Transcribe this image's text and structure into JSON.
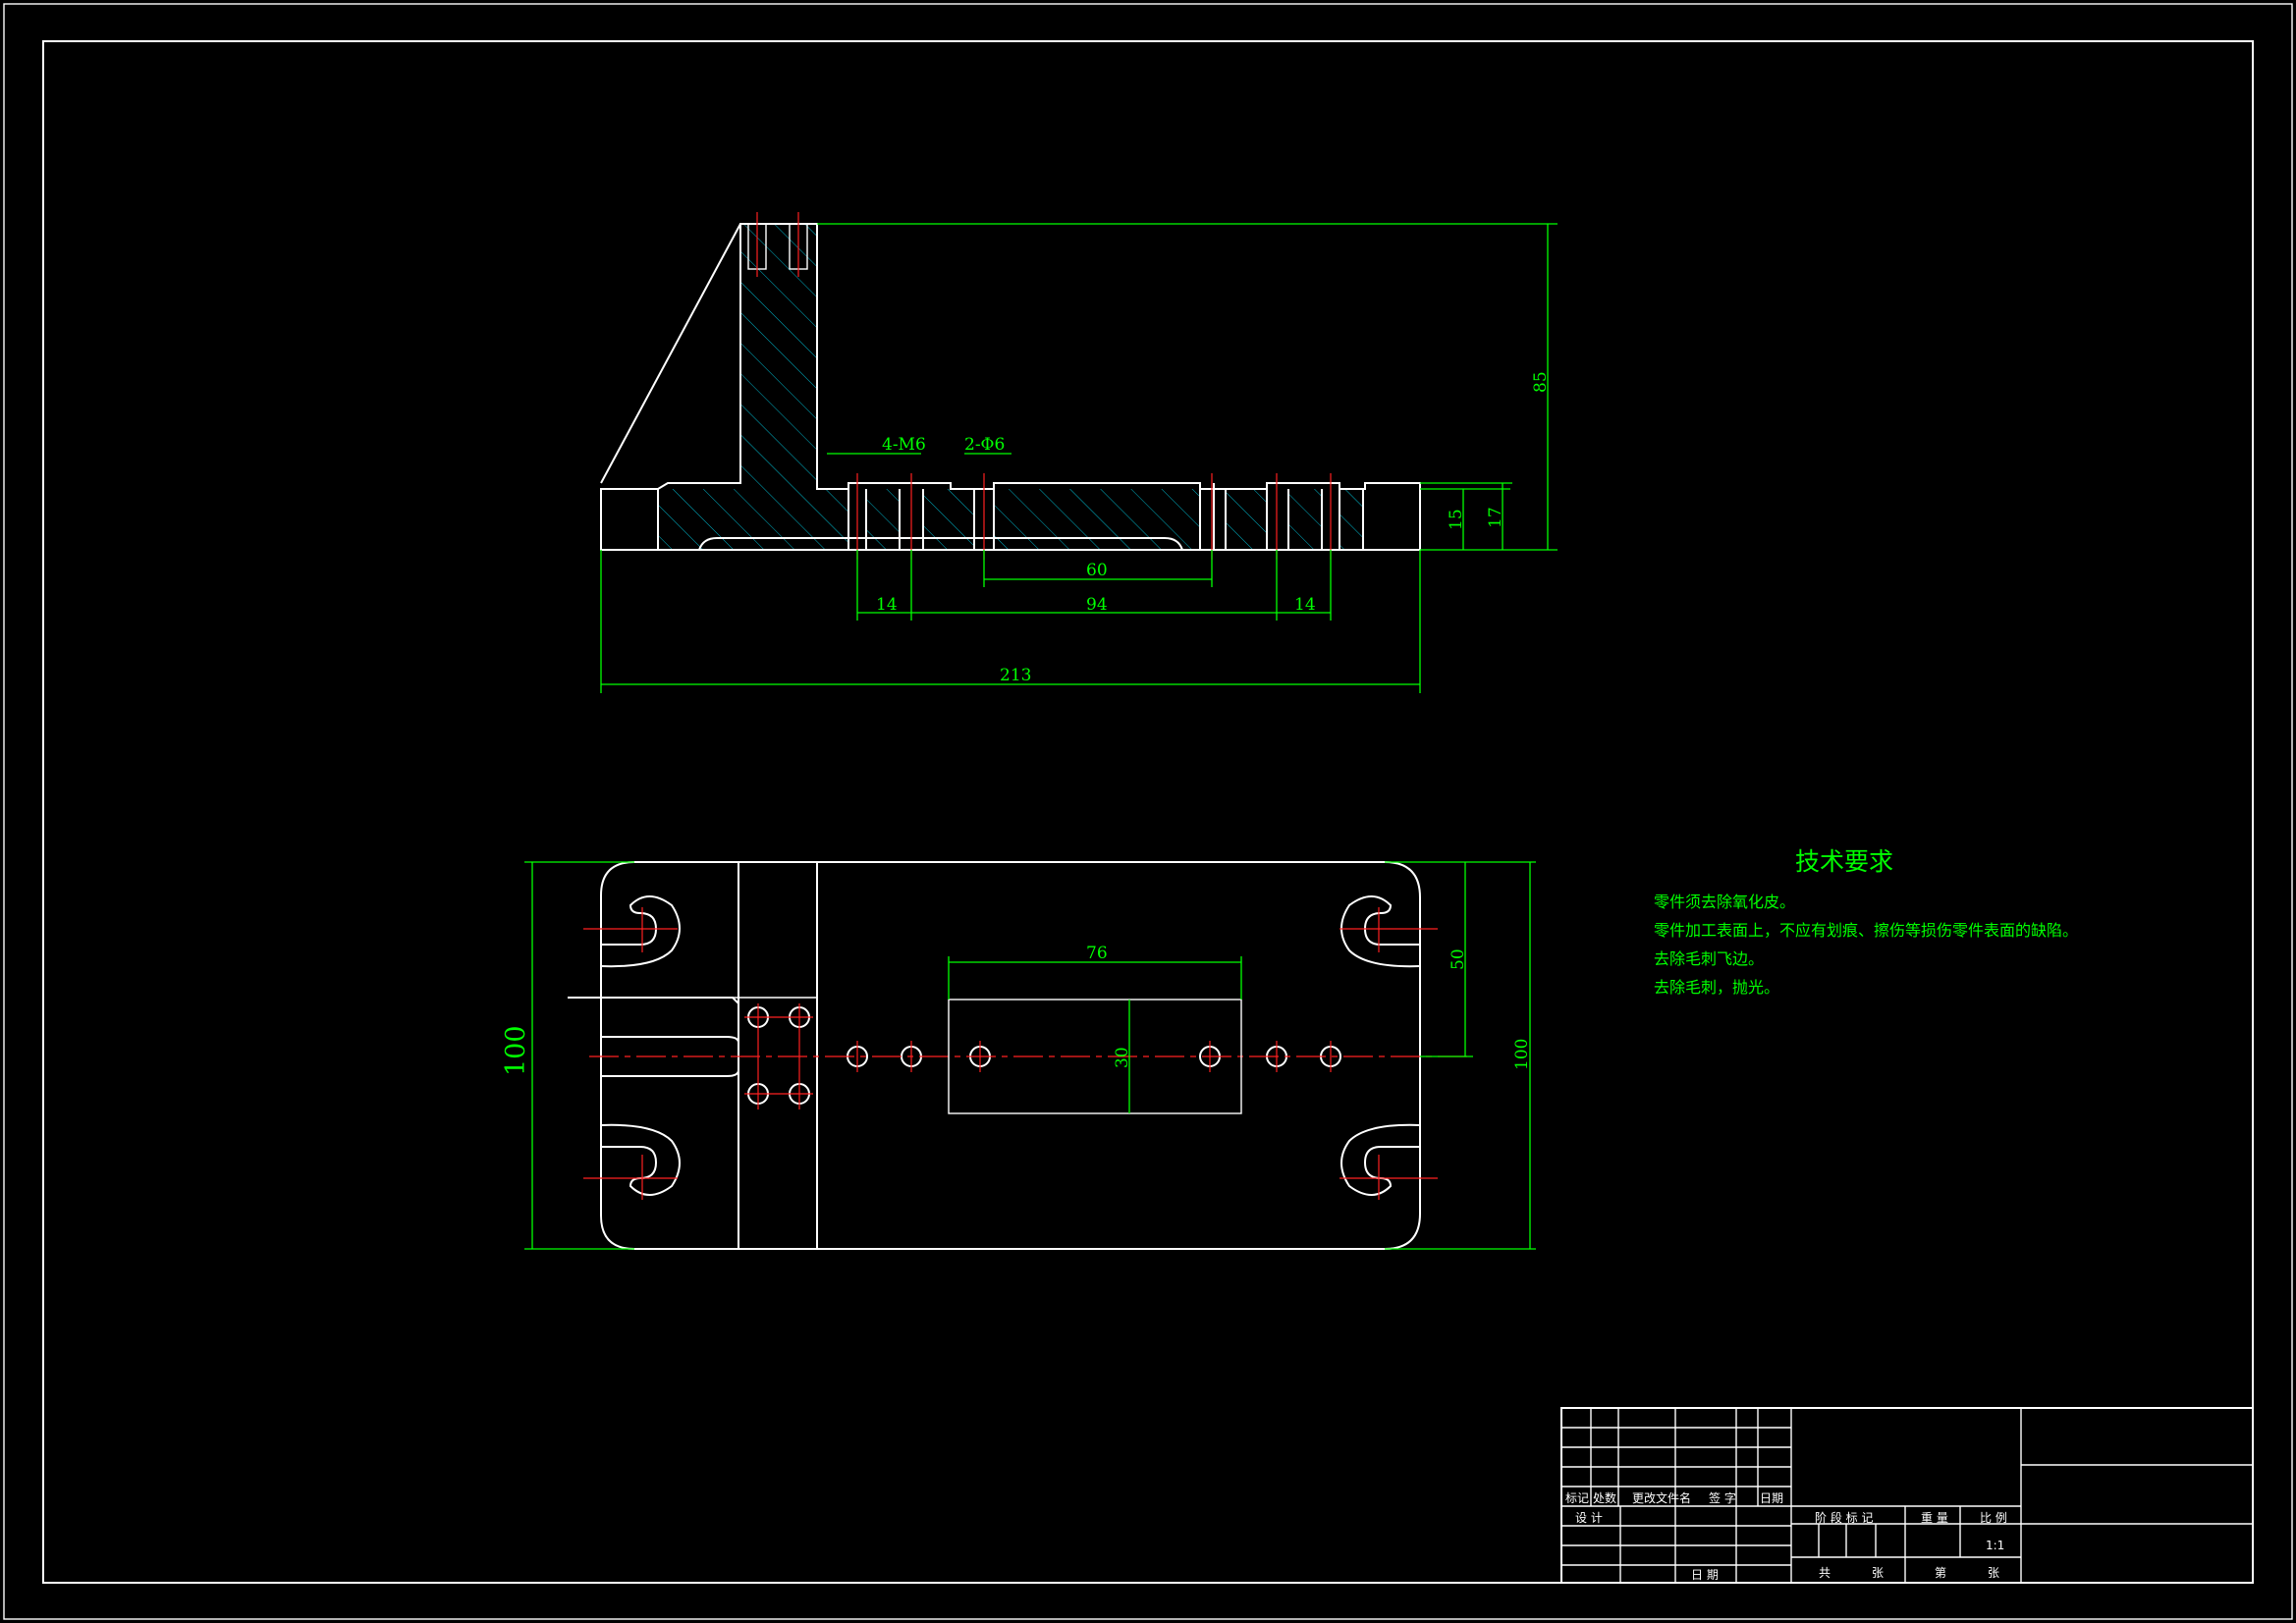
{
  "dimensions": {
    "front_view": {
      "overall_height": "85",
      "base_thickness": "15",
      "flange_height": "17",
      "thread_holes": "4-M6",
      "pin_holes": "2-Φ6",
      "pocket_width": "60",
      "left_hole_spacing": "14",
      "hole_span": "94",
      "right_hole_spacing": "14",
      "overall_length": "213"
    },
    "top_view": {
      "overall_width_left": "100",
      "overall_width_right": "100",
      "half_width": "50",
      "slot_length": "76",
      "slot_width": "30"
    }
  },
  "technical_requirements": {
    "title": "技术要求",
    "items": [
      "零件须去除氧化皮。",
      "零件加工表面上，不应有划痕、擦伤等损伤零件表面的缺陷。",
      "去除毛刺飞边。",
      "去除毛刺，抛光。"
    ]
  },
  "title_block": {
    "mark": "标记",
    "count": "处数",
    "change_doc": "更改文件名",
    "signature": "签 字",
    "date_header": "日期",
    "design": "设 计",
    "date": "日 期",
    "stage_mark": "阶 段 标 记",
    "weight": "重 量",
    "scale_label": "比 例",
    "scale_value": "1:1",
    "total": "共",
    "sheets": "张",
    "sheet_no": "第",
    "sheet": "张"
  },
  "colors": {
    "background": "#000000",
    "outline": "#ffffff",
    "dimension": "#00ff00",
    "centerline": "#ff2020",
    "hatch": "#00b4c8"
  }
}
